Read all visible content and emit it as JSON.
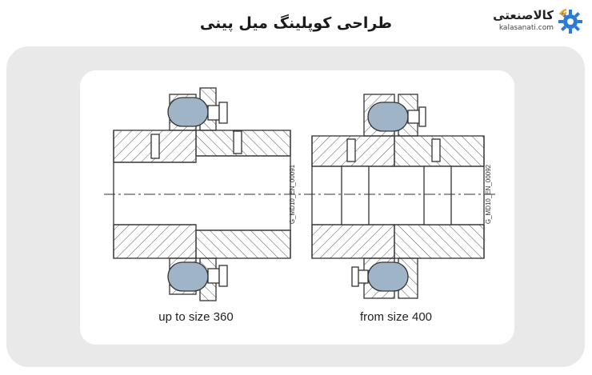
{
  "header": {
    "title": "طراحی کوپلینگ میل پینی"
  },
  "logo": {
    "name": "کالاصنعتی",
    "url": "kalasanati.com",
    "icon": "gear-wifi-icon",
    "accent": "#2b7bd6",
    "accent2": "#f2a31b"
  },
  "diagram": {
    "left": {
      "caption": "up to size 360",
      "code": "G_MD10_EN_00091"
    },
    "right": {
      "caption": "from size 400",
      "code": "G_MD10_EN_00092"
    }
  },
  "colors": {
    "panel": "#e9e9e9",
    "line": "#333333",
    "hatch": "#555555",
    "pin": "#9fb4c6"
  }
}
